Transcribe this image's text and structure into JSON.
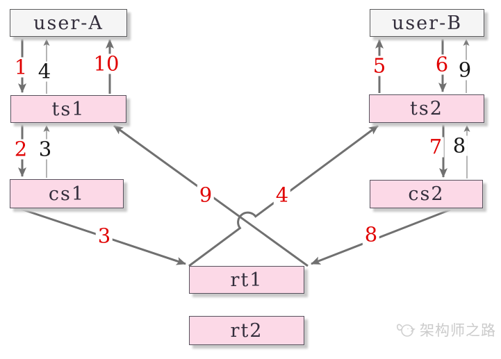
{
  "nodes": {
    "user_a": "user-A",
    "user_b": "user-B",
    "ts1": "ts1",
    "ts2": "ts2",
    "cs1": "cs1",
    "cs2": "cs2",
    "rt1": "rt1",
    "rt2": "rt2"
  },
  "steps": {
    "user_a_to_ts1": "1",
    "ts1_to_cs1": "2",
    "cs1_to_ts1_reply": "3",
    "ts1_to_user_a_reply": "4",
    "cs1_to_rt1": "3",
    "rt1_to_ts1": "9",
    "ts1_to_user_a_final": "10",
    "ts2_to_user_b": "5",
    "user_b_to_ts2": "6",
    "ts2_to_cs2": "7",
    "cs2_to_ts2_reply": "8",
    "ts2_to_user_b_reply": "9",
    "cs2_to_rt1": "8",
    "rt1_to_ts2": "4"
  },
  "watermark": {
    "text": "架构师之路"
  },
  "colors": {
    "step_red": "#e00000",
    "step_black": "#161616",
    "arrow_gray": "#707070",
    "node_pink_fill": "#fcd9e7",
    "node_gray_fill": "#f5f5f5",
    "node_border": "#56505c",
    "shadow": "#c9c9c9",
    "watermark_gray": "#cbcbcb"
  }
}
